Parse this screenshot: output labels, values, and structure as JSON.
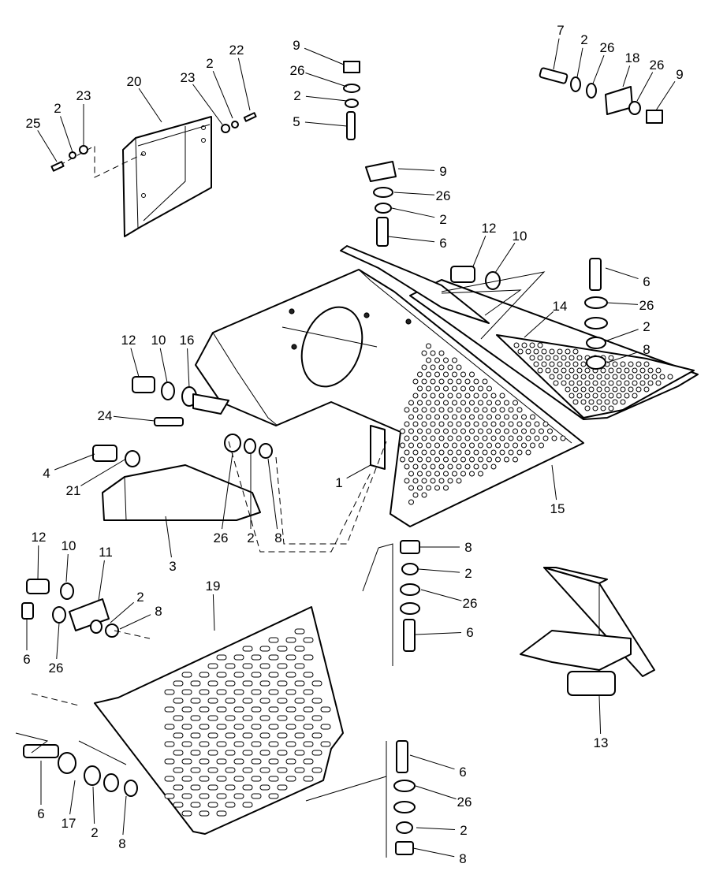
{
  "labels": {
    "l1": "1",
    "l2": "2",
    "l3": "3",
    "l4": "4",
    "l5": "5",
    "l6": "6",
    "l7": "7",
    "l8": "8",
    "l9": "9",
    "l10": "10",
    "l11": "11",
    "l12": "12",
    "l13": "13",
    "l14": "14",
    "l15": "15",
    "l16": "16",
    "l17": "17",
    "l18": "18",
    "l19": "19",
    "l20": "20",
    "l21": "21",
    "l22": "22",
    "l23": "23",
    "l24": "24",
    "l25": "25",
    "l26": "26"
  },
  "callouts": [
    {
      "key": "l25"
    },
    {
      "key": "l2"
    },
    {
      "key": "l23"
    },
    {
      "key": "l20"
    },
    {
      "key": "l23"
    },
    {
      "key": "l2"
    },
    {
      "key": "l22"
    },
    {
      "key": "l9"
    },
    {
      "key": "l26"
    },
    {
      "key": "l2"
    },
    {
      "key": "l5"
    },
    {
      "key": "l7"
    },
    {
      "key": "l2"
    },
    {
      "key": "l26"
    },
    {
      "key": "l18"
    },
    {
      "key": "l26"
    },
    {
      "key": "l9"
    },
    {
      "key": "l9"
    },
    {
      "key": "l26"
    },
    {
      "key": "l2"
    },
    {
      "key": "l6"
    },
    {
      "key": "l12"
    },
    {
      "key": "l10"
    },
    {
      "key": "l6"
    },
    {
      "key": "l26"
    },
    {
      "key": "l14"
    },
    {
      "key": "l2"
    },
    {
      "key": "l8"
    },
    {
      "key": "l12"
    },
    {
      "key": "l10"
    },
    {
      "key": "l16"
    },
    {
      "key": "l24"
    },
    {
      "key": "l4"
    },
    {
      "key": "l21"
    },
    {
      "key": "l1"
    },
    {
      "key": "l15"
    },
    {
      "key": "l26"
    },
    {
      "key": "l2"
    },
    {
      "key": "l8"
    },
    {
      "key": "l3"
    },
    {
      "key": "l8"
    },
    {
      "key": "l2"
    },
    {
      "key": "l26"
    },
    {
      "key": "l6"
    },
    {
      "key": "l12"
    },
    {
      "key": "l10"
    },
    {
      "key": "l11"
    },
    {
      "key": "l2"
    },
    {
      "key": "l8"
    },
    {
      "key": "l6"
    },
    {
      "key": "l26"
    },
    {
      "key": "l19"
    },
    {
      "key": "l13"
    },
    {
      "key": "l6"
    },
    {
      "key": "l17"
    },
    {
      "key": "l2"
    },
    {
      "key": "l8"
    },
    {
      "key": "l6"
    },
    {
      "key": "l26"
    },
    {
      "key": "l2"
    },
    {
      "key": "l8"
    }
  ]
}
